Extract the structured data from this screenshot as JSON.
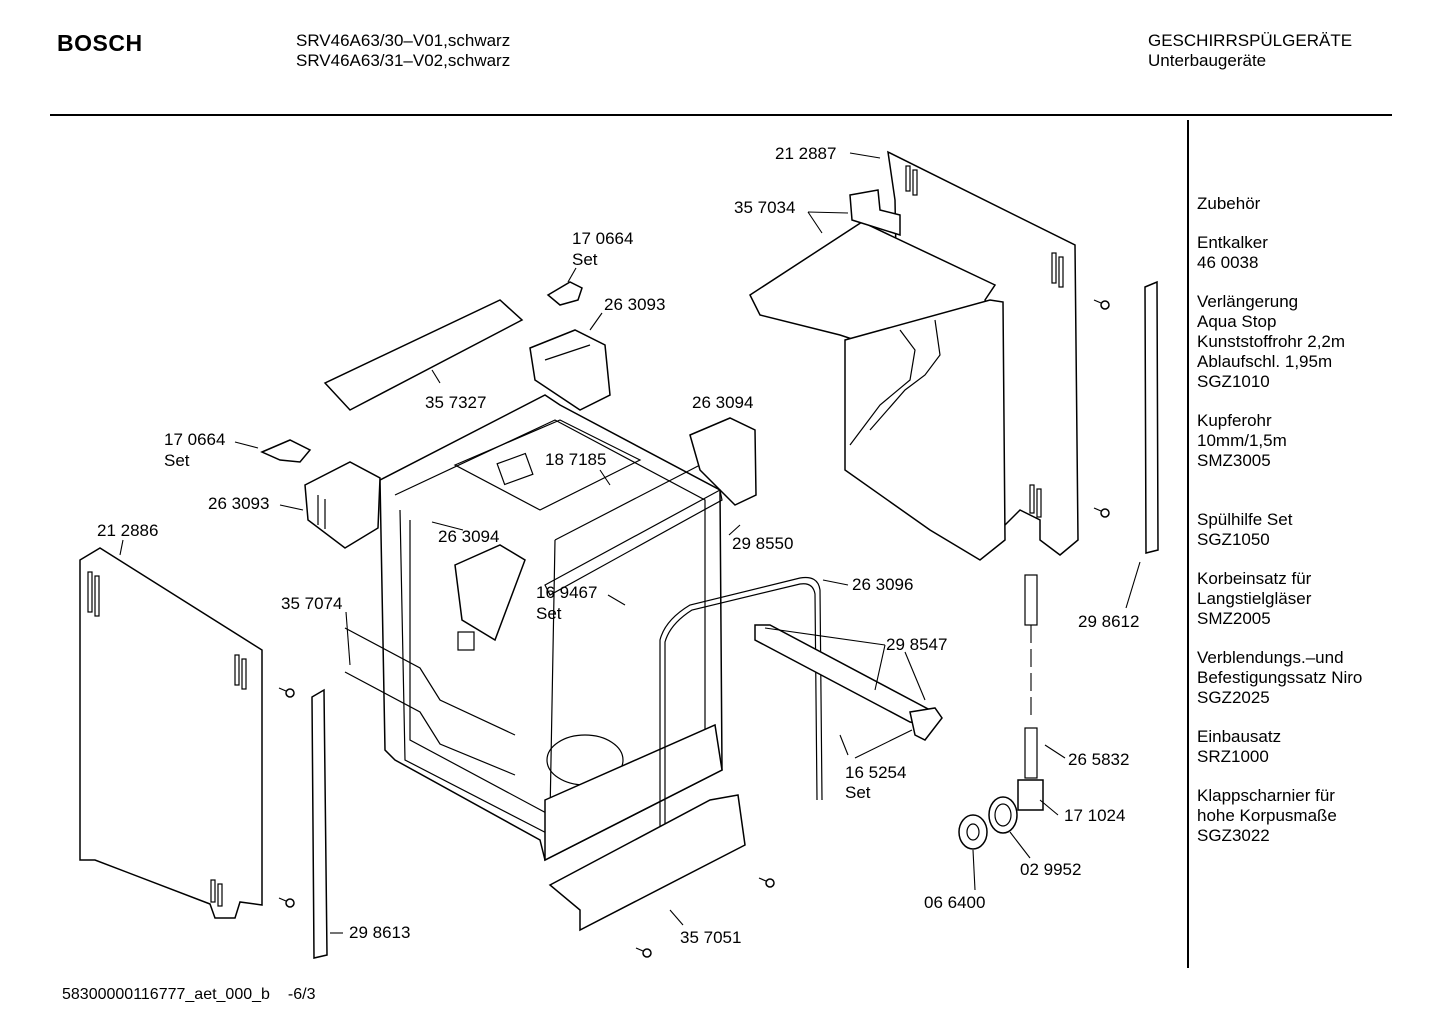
{
  "header": {
    "brand": "BOSCH",
    "models": [
      "SRV46A63/30–V01,schwarz",
      "SRV46A63/31–V02,schwarz"
    ],
    "category": [
      "GESCHIRRSPÜLGERÄTE",
      "Unterbaugeräte"
    ]
  },
  "accessories": [
    [
      "Zubehör"
    ],
    [
      "Entkalker",
      "46 0038"
    ],
    [
      "Verlängerung",
      "Aqua Stop",
      "Kunststoffrohr 2,2m",
      "Ablaufschl. 1,95m",
      "SGZ1010"
    ],
    [
      "Kupferohr",
      "10mm/1,5m",
      "SMZ3005"
    ],
    [
      "Spülhilfe Set",
      "SGZ1050"
    ],
    [
      "Korbeinsatz für",
      "Langstielgläser",
      "SMZ2005"
    ],
    [
      "Verblendungs.–und",
      "Befestigungssatz Niro",
      "SGZ2025"
    ],
    [
      "Einbausatz",
      "SRZ1000"
    ],
    [
      "Klappscharnier für",
      "hohe Korpusmaße",
      "SGZ3022"
    ]
  ],
  "parts": [
    {
      "id": "p-212887",
      "lines": [
        "21 2887"
      ]
    },
    {
      "id": "p-357034",
      "lines": [
        "35 7034"
      ]
    },
    {
      "id": "p-170664a",
      "lines": [
        "17 0664",
        "Set"
      ]
    },
    {
      "id": "p-263093a",
      "lines": [
        "26 3093"
      ]
    },
    {
      "id": "p-357327",
      "lines": [
        "35 7327"
      ]
    },
    {
      "id": "p-263094a",
      "lines": [
        "26 3094"
      ]
    },
    {
      "id": "p-170664b",
      "lines": [
        "17 0664",
        "Set"
      ]
    },
    {
      "id": "p-187185",
      "lines": [
        "18 7185"
      ]
    },
    {
      "id": "p-263093b",
      "lines": [
        "26 3093"
      ]
    },
    {
      "id": "p-212886",
      "lines": [
        "21 2886"
      ]
    },
    {
      "id": "p-263094b",
      "lines": [
        "26 3094"
      ]
    },
    {
      "id": "p-298550",
      "lines": [
        "29 8550"
      ]
    },
    {
      "id": "p-169467",
      "lines": [
        "16 9467",
        "Set"
      ]
    },
    {
      "id": "p-263096",
      "lines": [
        "26 3096"
      ]
    },
    {
      "id": "p-357074",
      "lines": [
        "35 7074"
      ]
    },
    {
      "id": "p-298612",
      "lines": [
        "29 8612"
      ]
    },
    {
      "id": "p-298547",
      "lines": [
        "29 8547"
      ]
    },
    {
      "id": "p-265832",
      "lines": [
        "26 5832"
      ]
    },
    {
      "id": "p-165254",
      "lines": [
        "16 5254",
        "Set"
      ]
    },
    {
      "id": "p-171024",
      "lines": [
        "17 1024"
      ]
    },
    {
      "id": "p-029952",
      "lines": [
        "02 9952"
      ]
    },
    {
      "id": "p-066400",
      "lines": [
        "06 6400"
      ]
    },
    {
      "id": "p-298613",
      "lines": [
        "29 8613"
      ]
    },
    {
      "id": "p-357051",
      "lines": [
        "35 7051"
      ]
    }
  ],
  "footer": {
    "code": "58300000116777_aet_000_b",
    "page": "-6/3"
  }
}
